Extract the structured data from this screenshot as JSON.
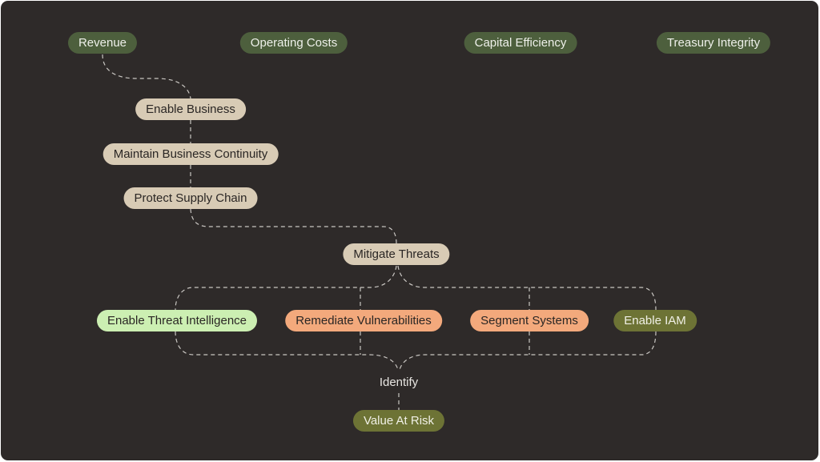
{
  "diagram": {
    "goals": [
      "Revenue",
      "Operating Costs",
      "Capital Efficiency",
      "Treasury Integrity"
    ],
    "objectives": [
      "Enable Business",
      "Maintain Business Continuity",
      "Protect Supply Chain",
      "Mitigate Threats"
    ],
    "controls": [
      "Enable Threat Intelligence",
      "Remediate Vulnerabilities",
      "Segment Systems",
      "Enable IAM"
    ],
    "connector_label": "Identify",
    "root": "Value At Risk",
    "colors": {
      "background": "#2e2a29",
      "goal": "#4d5f3d",
      "objective": "#d8cbb5",
      "threat_intelligence": "#ccefb2",
      "remediation": "#f3a97c",
      "iam": "#6d7335",
      "edge": "#c9c6c2"
    }
  }
}
